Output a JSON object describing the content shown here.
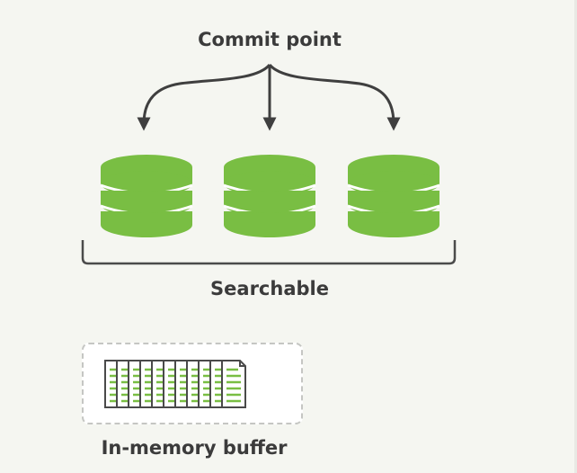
{
  "commit_point": {
    "label": "Commit point"
  },
  "segments": {
    "label": "Searchable",
    "items": [
      {
        "icon": "database-segment-icon"
      },
      {
        "icon": "database-segment-icon"
      },
      {
        "icon": "database-segment-icon"
      }
    ]
  },
  "buffer": {
    "label": "In-memory buffer",
    "icon": "documents-stack-icon"
  },
  "colors": {
    "background": "#f5f6f1",
    "segment_green": "#79be43",
    "text": "#3b3b3b",
    "arrow": "#3f3f3f",
    "bracket": "#4b4b4b",
    "doc_line": "#79be43"
  }
}
